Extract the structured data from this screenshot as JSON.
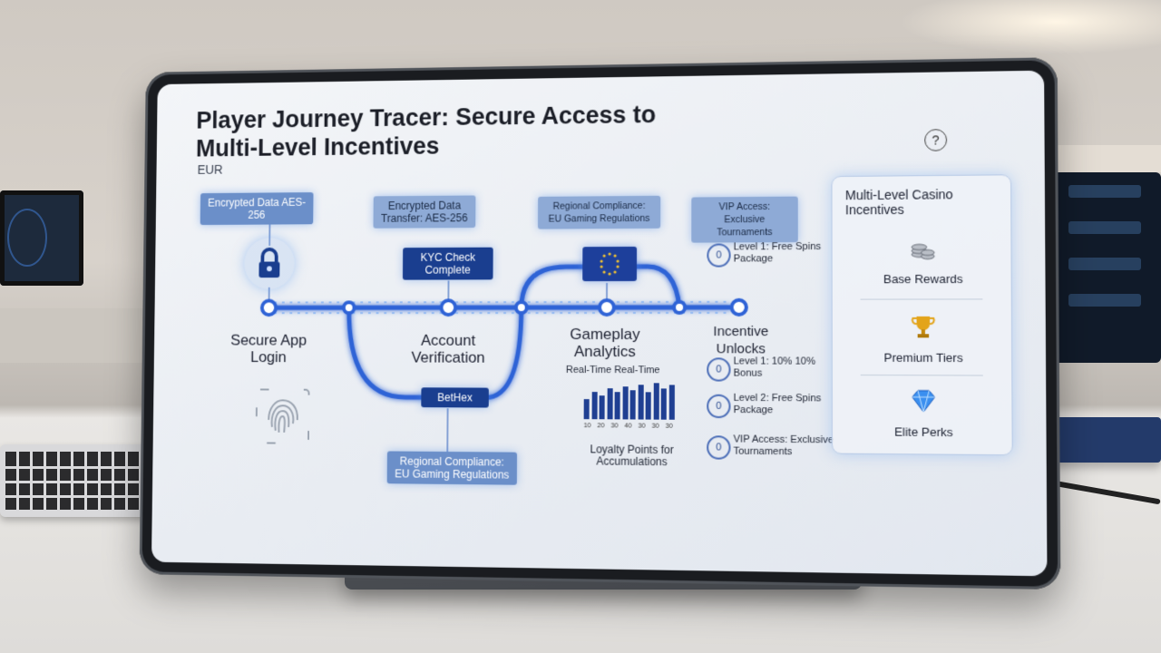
{
  "screen": {
    "title": "Player Journey Tracer: Secure Access to Multi-Level Incentives",
    "currency": "EUR",
    "help_icon": "?"
  },
  "tags": {
    "encrypted_1": "Encrypted Data AES-256",
    "encrypted_2": "Encrypted Data Transfer: AES-256",
    "kyc": "KYC Check Complete",
    "regional_top": "Regional Compliance: EU Gaming Regulations",
    "vip_top": "VIP Access: Exclusive Tournaments",
    "betflex": "BetHex",
    "regional_bottom": "Regional Compliance: EU Gaming Regulations"
  },
  "nodes": {
    "login": "Secure App Login",
    "verification": "Account Verification",
    "analytics": "Gameplay Analytics",
    "unlocks": "Incentive Unlocks"
  },
  "analytics": {
    "realtime_label": "Real-Time Real-Time",
    "bar_labels": [
      "10",
      "20",
      "30",
      "40",
      "30",
      "30",
      "30"
    ],
    "loyalty": "Loyalty Points for Accumulations"
  },
  "unlock_items": [
    {
      "icon": "0",
      "text": "Level 1: Free Spins Package"
    },
    {
      "icon": "0",
      "text": "Level 1: 10% 10% Bonus"
    },
    {
      "icon": "0",
      "text": "Level 2: Free Spins Package"
    },
    {
      "icon": "0",
      "text": "VIP Access: Exclusive Tournaments"
    }
  ],
  "panel": {
    "title": "Multi-Level Casino Incentives",
    "tiers": [
      {
        "label": "Base Rewards",
        "icon": "coins-icon"
      },
      {
        "label": "Premium Tiers",
        "icon": "trophy-icon"
      },
      {
        "label": "Elite Perks",
        "icon": "diamond-icon"
      }
    ]
  },
  "colors": {
    "accent": "#2f63d6",
    "tag_blue": "#6b8fc9",
    "dark_blue": "#1a3e8f"
  }
}
